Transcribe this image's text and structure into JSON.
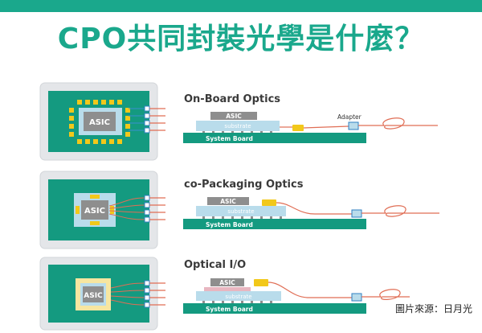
{
  "page": {
    "title": "CPO共同封裝光學是什麼？",
    "credit": "圖片來源：日月光"
  },
  "colors": {
    "accent": "#1aa88c",
    "board": "#149a80",
    "panel": "#e4e6e9",
    "substrate": "#b9dceb",
    "chip": "#8e8e8e",
    "optical_engine": "#f2c81a",
    "fiber": "#e06e55",
    "adapter": "#2f7fc0"
  },
  "rows": [
    {
      "id": "on-board",
      "title": "On-Board Optics",
      "asic_label": "ASIC",
      "substrate_label": "substrate",
      "board_label": "System Board",
      "adapter_label": "Adapter"
    },
    {
      "id": "co-packaging",
      "title": "co-Packaging Optics",
      "asic_label": "ASIC",
      "substrate_label": "substrate",
      "board_label": "System Board"
    },
    {
      "id": "optical-io",
      "title": "Optical I/O",
      "asic_label": "ASIC",
      "substrate_label": "substrate",
      "board_label": "System Board"
    }
  ]
}
